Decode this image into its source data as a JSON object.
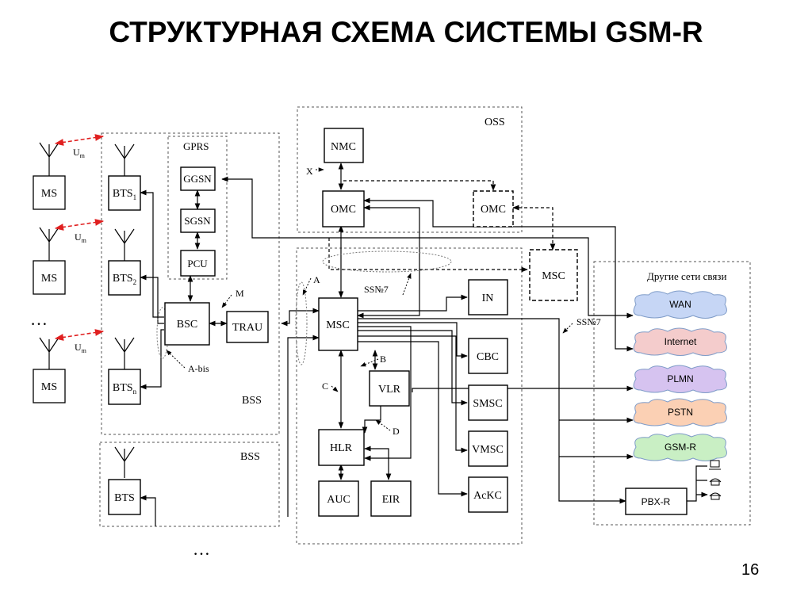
{
  "title": "СТРУКТУРНАЯ СХЕМА СИСТЕМЫ GSM-R",
  "page_number": "16",
  "regions": {
    "oss": "OSS",
    "gprs": "GPRS",
    "bss_top": "BSS",
    "bss_bottom": "BSS",
    "other_networks": "Другие сети связи"
  },
  "mobile": {
    "ms": "MS",
    "um": "U",
    "um_sub": "m",
    "ellipsis": "…"
  },
  "nodes": {
    "nmc": "NMC",
    "omc_main": "OMC",
    "omc_remote": "OMC",
    "msc_remote": "MSC",
    "ggsn": "GGSN",
    "sgsn": "SGSN",
    "pcu": "PCU",
    "bts": "BTS",
    "bts_sub_1": "1",
    "bts_sub_2": "2",
    "bts_sub_n": "n",
    "bsc": "BSC",
    "trau": "TRAU",
    "msc": "MSC",
    "vlr": "VLR",
    "hlr": "HLR",
    "auc": "AUC",
    "eir": "EIR",
    "in": "IN",
    "cbc": "CBC",
    "smsc": "SMSC",
    "vmsc": "VMSC",
    "akc": "AcKC",
    "pbx": "PBX-R"
  },
  "interfaces": {
    "x": "X",
    "a": "A",
    "m": "M",
    "abis": "A-bis",
    "ss7_core": "SS№7",
    "ss7_ext": "SS№7",
    "b": "B",
    "c": "C",
    "d": "D"
  },
  "networks": {
    "wan": "WAN",
    "internet": "Internet",
    "plmn": "PLMN",
    "pstn": "PSTN",
    "gsmr": "GSM-R"
  },
  "colors": {
    "wan": "#c6d6f5",
    "internet": "#f4cccc",
    "plmn": "#d6c3f0",
    "pstn": "#fbd0b4",
    "gsmr": "#c9efc4",
    "radio_link": "#e02020",
    "cloud_stroke": "#7f9cc8"
  }
}
